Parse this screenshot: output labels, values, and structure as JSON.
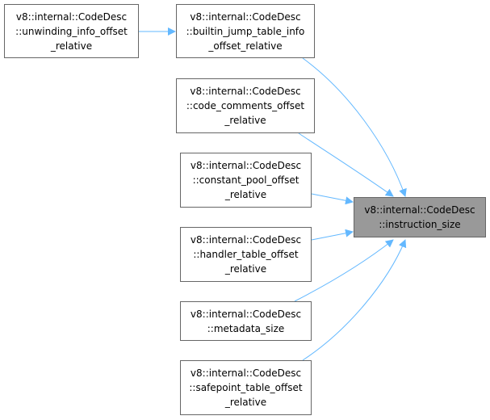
{
  "graph": {
    "edge_color": "#63b8ff",
    "node_border": "#666666",
    "focus_fill": "#999999",
    "nodes": [
      {
        "id": "unwinding",
        "lines": [
          "v8::internal::CodeDesc",
          "::unwinding_info_offset",
          "_relative"
        ]
      },
      {
        "id": "builtin",
        "lines": [
          "v8::internal::CodeDesc",
          "::builtin_jump_table_info",
          "_offset_relative"
        ]
      },
      {
        "id": "code_comments",
        "lines": [
          "v8::internal::CodeDesc",
          "::code_comments_offset",
          "_relative"
        ]
      },
      {
        "id": "constant_pool",
        "lines": [
          "v8::internal::CodeDesc",
          "::constant_pool_offset",
          "_relative"
        ]
      },
      {
        "id": "handler_table",
        "lines": [
          "v8::internal::CodeDesc",
          "::handler_table_offset",
          "_relative"
        ]
      },
      {
        "id": "metadata",
        "lines": [
          "v8::internal::CodeDesc",
          "::metadata_size"
        ]
      },
      {
        "id": "safepoint",
        "lines": [
          "v8::internal::CodeDesc",
          "::safepoint_table_offset",
          "_relative"
        ]
      },
      {
        "id": "instruction_size",
        "lines": [
          "v8::internal::CodeDesc",
          "::instruction_size"
        ],
        "focus": true
      }
    ],
    "edges": [
      {
        "from": "unwinding",
        "to": "builtin"
      },
      {
        "from": "builtin",
        "to": "instruction_size"
      },
      {
        "from": "code_comments",
        "to": "instruction_size"
      },
      {
        "from": "constant_pool",
        "to": "instruction_size"
      },
      {
        "from": "handler_table",
        "to": "instruction_size"
      },
      {
        "from": "metadata",
        "to": "instruction_size"
      },
      {
        "from": "safepoint",
        "to": "instruction_size"
      }
    ]
  }
}
